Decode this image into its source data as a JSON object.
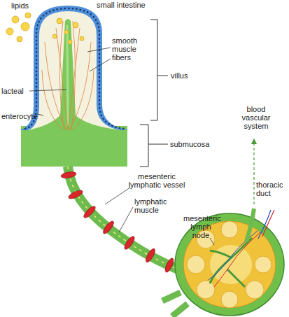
{
  "diagram": {
    "labels": [
      "small intestine",
      "lipids",
      "smooth muscle fibers",
      "villus",
      "lacteal",
      "enterocyte",
      "submucosa",
      "mesenteric lymphatic vessel",
      "lymphatic muscle",
      "mesenteric lymph node",
      "blood vascular system",
      "thoracic duct"
    ]
  }
}
